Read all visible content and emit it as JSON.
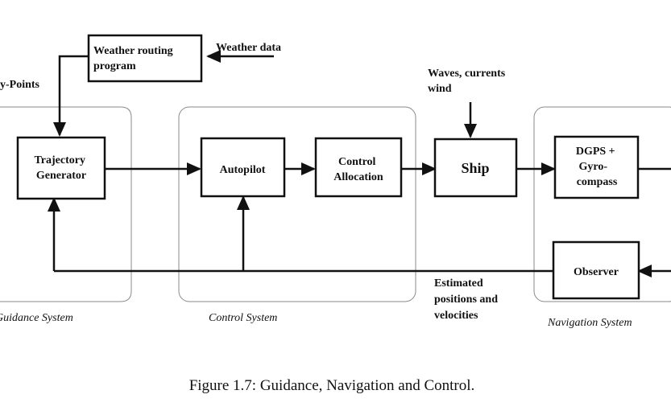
{
  "colors": {
    "line": "#111111",
    "group_border": "#8a8a8a",
    "background": "#ffffff"
  },
  "blocks": {
    "weather_routing": [
      "Weather routing",
      "program"
    ],
    "trajectory_generator": [
      "Trajectory",
      "Generator"
    ],
    "autopilot": [
      "Autopilot"
    ],
    "control_allocation": [
      "Control",
      "Allocation"
    ],
    "ship": [
      "Ship"
    ],
    "dgps_gyro": [
      "DGPS +",
      "Gyro-",
      "compass"
    ],
    "observer": [
      "Observer"
    ]
  },
  "annotations": {
    "weather_data": "Weather data",
    "way_points": "y-Points",
    "disturbances": [
      "Waves, currents",
      "wind"
    ],
    "estimated": [
      "Estimated",
      "positions and",
      "velocities"
    ]
  },
  "groups": {
    "guidance": "Guidance System",
    "control": "Control System",
    "navigation": "Navigation System"
  },
  "caption": "Figure 1.7: Guidance, Navigation and Control."
}
